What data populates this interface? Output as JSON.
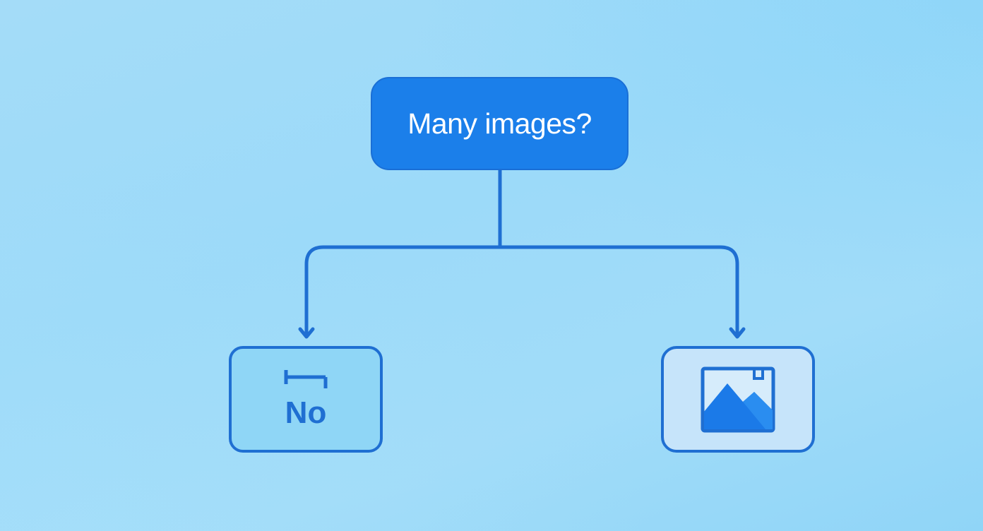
{
  "diagram": {
    "type": "decision-flowchart",
    "decision": {
      "label": "Many images?"
    },
    "branches": [
      {
        "label": "No",
        "icon": "bracket-icon",
        "target": "no-node"
      },
      {
        "label": "",
        "icon": "image-icon",
        "target": "yes-node"
      }
    ],
    "colors": {
      "background": "#9edbf9",
      "decision_fill": "#1b7fea",
      "decision_text": "#ffffff",
      "stroke": "#1f6fd2",
      "no_fill": "#8fd6f6",
      "yes_fill": "#c6e4fa"
    }
  }
}
